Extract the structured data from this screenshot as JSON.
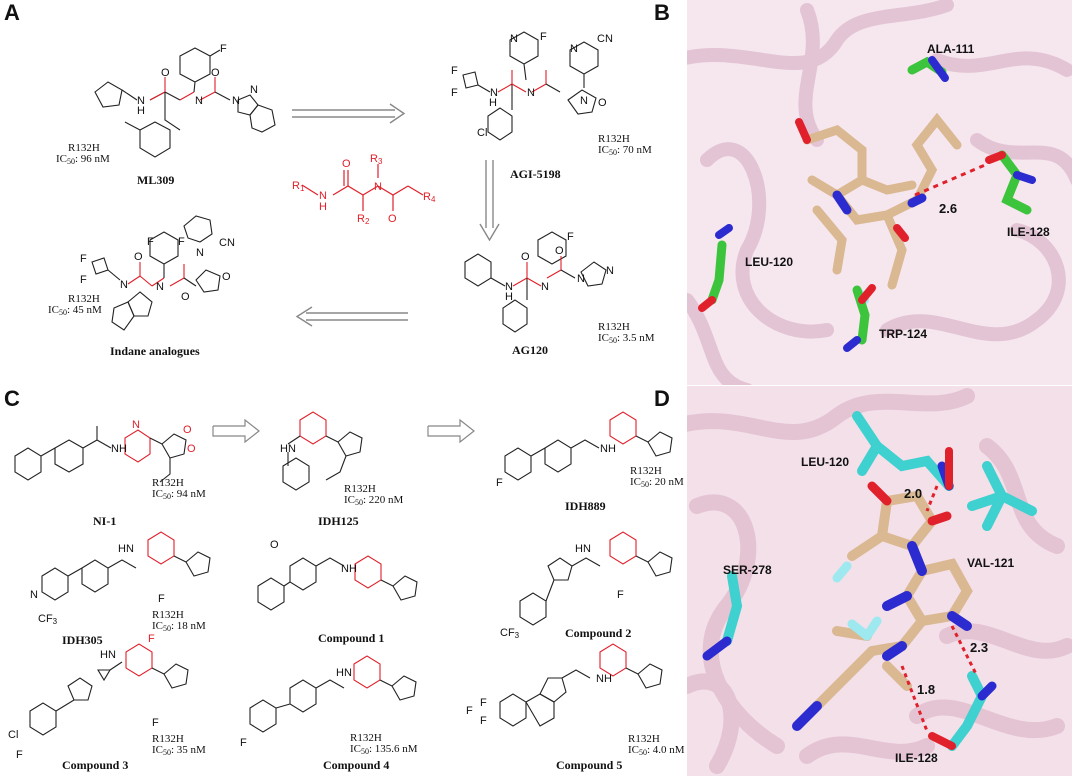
{
  "panels": {
    "A": {
      "letter": "A",
      "ml309": {
        "name": "ML309",
        "mut": "R132H",
        "ic_label": "IC",
        "ic_sub": "50",
        "ic_val": ": 96 nM"
      },
      "agi5198": {
        "name": "AGI-5198",
        "mut": "R132H",
        "ic_label": "IC",
        "ic_sub": "50",
        "ic_val": ": 70 nM"
      },
      "ag120": {
        "name": "AG120",
        "mut": "R132H",
        "ic_label": "IC",
        "ic_sub": "50",
        "ic_val": ": 3.5 nM"
      },
      "indane": {
        "name": "Indane analogues",
        "mut": "R132H",
        "ic_label": "IC",
        "ic_sub": "50",
        "ic_val": ": 45 nM"
      },
      "core": {
        "r1": "R",
        "r1s": "1",
        "r2": "R",
        "r2s": "2",
        "r3": "R",
        "r3s": "3",
        "r4": "R",
        "r4s": "4",
        "nh": "N",
        "h": "H",
        "n": "N",
        "o": "O"
      },
      "atoms": {
        "f": "F",
        "n": "N",
        "o": "O",
        "cl": "Cl",
        "cn": "CN",
        "hn": "H",
        "nh": "N"
      }
    },
    "B": {
      "letter": "B",
      "residues": [
        "ALA-111",
        "LEU-120",
        "ILE-128",
        "TRP-124"
      ],
      "distance": "2.6"
    },
    "C": {
      "letter": "C",
      "compounds": [
        {
          "name": "NI-1",
          "mut": "R132H",
          "ic_val": ": 94 nM"
        },
        {
          "name": "IDH125",
          "mut": "R132H",
          "ic_val": ": 220 nM"
        },
        {
          "name": "IDH889",
          "mut": "R132H",
          "ic_val": ": 20 nM"
        },
        {
          "name": "IDH305",
          "mut": "R132H",
          "ic_val": ": 18 nM"
        },
        {
          "name": "Compound 1",
          "mut": "",
          "ic_val": ""
        },
        {
          "name": "Compound 2",
          "mut": "",
          "ic_val": ""
        },
        {
          "name": "Compound 3",
          "mut": "R132H",
          "ic_val": ": 35 nM"
        },
        {
          "name": "Compound 4",
          "mut": "R132H",
          "ic_val": ": 135.6 nM"
        },
        {
          "name": "Compound 5",
          "mut": "R132H",
          "ic_val": ": 4.0 nM"
        }
      ],
      "ic_label": "IC",
      "ic_sub": "50",
      "atoms": {
        "f": "F",
        "hn": "HN",
        "o": "O",
        "n": "N",
        "cl": "Cl",
        "cf3": "CF",
        "three": "3",
        "nh": "NH"
      }
    },
    "D": {
      "letter": "D",
      "residues": [
        "LEU-120",
        "SER-278",
        "VAL-121",
        "ILE-128"
      ],
      "distances": [
        "2.0",
        "2.3",
        "1.8"
      ]
    }
  },
  "colors": {
    "red": "#e0202a",
    "carbon_tan": "#d8b896",
    "nitrogen": "#2a2ad0",
    "oxygen": "#e0202a",
    "fluorine": "#9ee8f0",
    "green": "#3cc43c",
    "cyan": "#3fd0d0",
    "ribbon": "#e8c8d8",
    "ribbon_bg": "#f4e4ec"
  }
}
